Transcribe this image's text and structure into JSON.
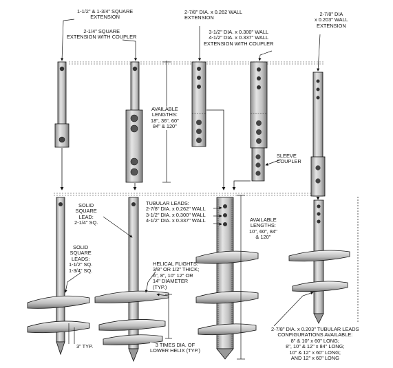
{
  "labels": {
    "ext_small": [
      "1-1/2\" & 1-3/4\" SQUARE",
      "EXTENSION"
    ],
    "ext_coupler": [
      "2-1/4\" SQUARE",
      "EXTENSION WITH COUPLER"
    ],
    "ext_262": [
      "2-7/8\" DIA. x 0.262 WALL",
      "EXTENSION"
    ],
    "ext_300": [
      "3-1/2\" DIA. x 0.300\" WALL",
      "4-1/2\" DIA. x 0.337\" WALL",
      "EXTENSION WITH COUPLER"
    ],
    "ext_203": [
      "2-7/8\" DIA",
      "x 0.203\" WALL",
      "EXTENSION"
    ],
    "available_lengths_ext": [
      "AVAILABLE",
      "LENGTHS:",
      "18\", 36\", 60\"",
      "84\" & 120\""
    ],
    "sleeve_coupler": [
      "SLEEVE",
      "COUPLER"
    ],
    "solid_square_lead": [
      "SOLID",
      "SQUARE",
      "LEAD:",
      "2-1/4\" SQ."
    ],
    "tubular_leads": [
      "TUBULAR LEADS:",
      "2-7/8\" DIA. x 0.262\" WALL",
      "3-1/2\" DIA. x 0.300\" WALL",
      "4-1/2\" DIA. x 0.337\" WALL"
    ],
    "available_lengths_lead": [
      "AVAILABLE",
      "LENGTHS:",
      "10\", 60\", 84\"",
      "& 120\""
    ],
    "solid_square_leads": [
      "SOLID",
      "SQUARE",
      "LEADS:",
      "1-1/2\" SQ.",
      "1-3/4\" SQ."
    ],
    "helical_flights": [
      "HELICAL FLIGHTS:",
      "3/8\" OR 1/2\" THICK;",
      "6\", 8\", 10\" 12\" OR",
      "14\" DIAMETER",
      "(TYP.)"
    ],
    "typ_spacing": "3\" TYP.",
    "three_times": [
      "3 TIMES DIA. OF",
      "LOWER HELIX (TYP.)"
    ],
    "configs_203": [
      "2-7/8\" DIA. x 0.203\" TUBULAR LEADS",
      "CONFIGURATIONS AVAILABLE:",
      "8\" & 10\" x 60\" LONG;",
      "8\", 10\" & 12\" x 84\" LONG;",
      "10\" & 12\" x 60\" LONG;",
      "AND 12\" x 60\" LONG"
    ]
  },
  "colors": {
    "metal_light": "#d2d2d2",
    "metal_mid": "#9a9a9a",
    "metal_dark": "#555555",
    "ink": "#111111"
  }
}
